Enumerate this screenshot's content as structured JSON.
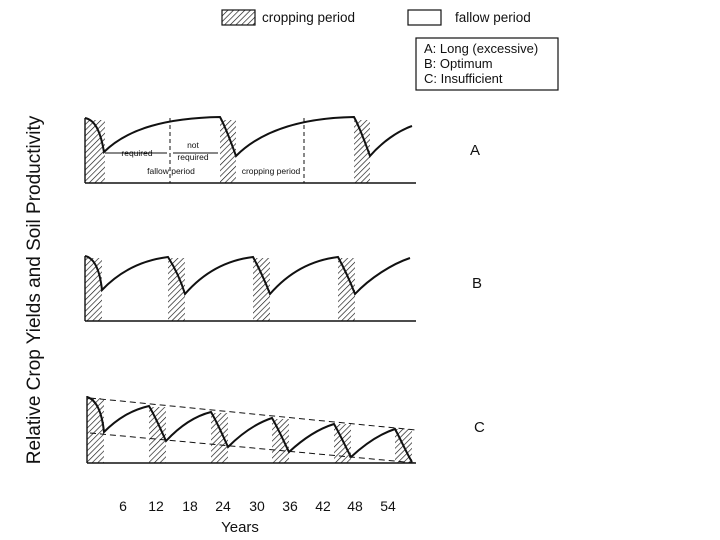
{
  "legend": {
    "cropping": "cropping period",
    "fallow": "fallow period",
    "key": [
      "A:  Long (excessive)",
      "B:  Optimum",
      "C:  Insufficient"
    ]
  },
  "axes": {
    "ylabel": "Relative Crop Yields and Soil Productivity",
    "xlabel": "Years",
    "xticks": [
      "6",
      "12",
      "18",
      "24",
      "30",
      "36",
      "42",
      "48",
      "54"
    ]
  },
  "rows": {
    "A": "A",
    "B": "B",
    "C": "C"
  },
  "annotations": {
    "required": "required",
    "not_required_1": "not",
    "not_required_2": "required",
    "fallow_period": "fallow period",
    "cropping_period": "cropping period"
  },
  "colors": {
    "ink": "#111111",
    "background": "#ffffff"
  }
}
